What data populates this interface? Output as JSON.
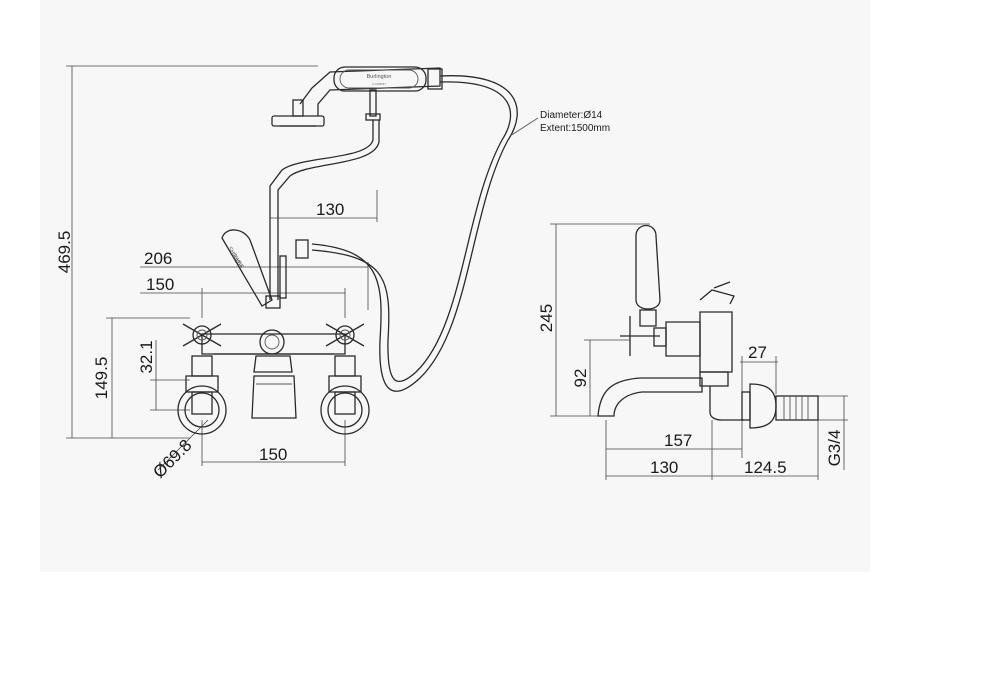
{
  "front_view": {
    "dimensions": {
      "overall_height": "469.5",
      "handset_offset": "130",
      "width_outer": "206",
      "width_centres_top": "150",
      "height_to_handles": "149.5",
      "inlet_offset": "32.1",
      "wall_flange_diameter": "Ø69.8",
      "width_centres_bottom": "150"
    },
    "hose_note": {
      "diameter": "Diameter:Ø14",
      "extent": "Extent:1500mm"
    },
    "handset_label": {
      "brand": "Burlington",
      "city": "London"
    },
    "lever_label": {
      "line1": "SHOWER",
      "line2": "BATH"
    }
  },
  "side_view": {
    "dimensions": {
      "height": "245",
      "spout_height": "92",
      "flange_depth": "27",
      "spout_reach": "157",
      "spout_to_wall": "130",
      "inlet_length": "124.5",
      "thread": "G3/4"
    }
  }
}
